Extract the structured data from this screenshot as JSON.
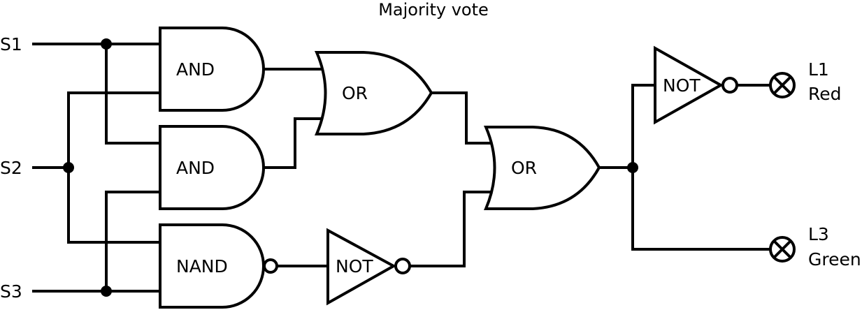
{
  "title": "Majority vote",
  "inputs": [
    {
      "id": "s1",
      "label": "S1"
    },
    {
      "id": "s2",
      "label": "S2"
    },
    {
      "id": "s3",
      "label": "S3"
    }
  ],
  "gates": {
    "and1": {
      "type": "AND",
      "label": "AND"
    },
    "and2": {
      "type": "AND",
      "label": "AND"
    },
    "nand1": {
      "type": "NAND",
      "label": "NAND"
    },
    "or1": {
      "type": "OR",
      "label": "OR"
    },
    "not1": {
      "type": "NOT",
      "label": "NOT"
    },
    "or2": {
      "type": "OR",
      "label": "OR"
    },
    "not2": {
      "type": "NOT",
      "label": "NOT"
    }
  },
  "outputs": [
    {
      "id": "l1",
      "label": "L1",
      "color_name": "Red",
      "icon": "lamp-icon"
    },
    {
      "id": "l3",
      "label": "L3",
      "color_name": "Green",
      "icon": "lamp-icon"
    }
  ],
  "colors": {
    "stroke": "#000000",
    "background": "#ffffff"
  }
}
